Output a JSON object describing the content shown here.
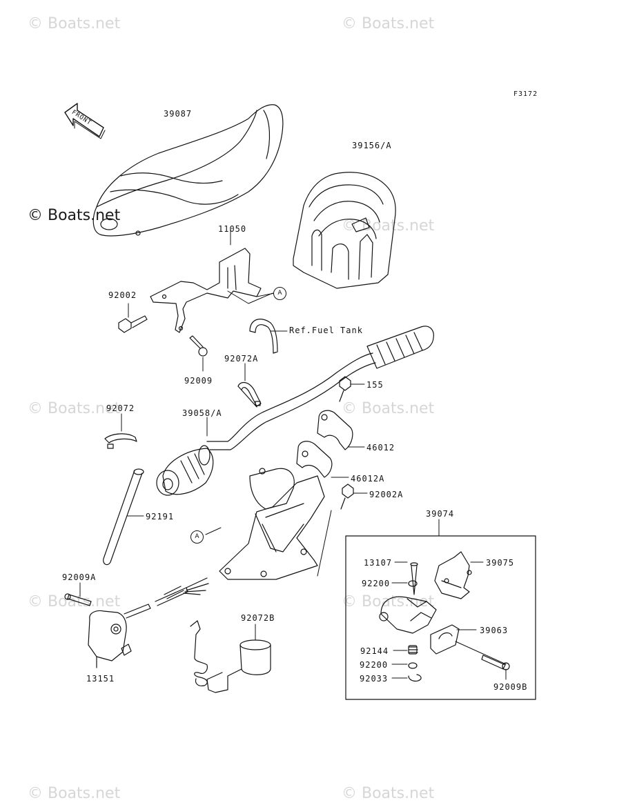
{
  "watermarks": [
    "© Boats.net",
    "© Boats.net",
    "© Boats.net",
    "© Boats.net",
    "© Boats.net",
    "© Boats.net",
    "© Boats.net",
    "© Boats.net",
    "© Boats.net"
  ],
  "main_watermark": "© Boats.net",
  "figure_code": "F3172",
  "front_arrow_text": "FRONT",
  "callout_letter": "A",
  "part_labels": {
    "p39087": "39087",
    "p39156A": "39156/A",
    "p11050": "11050",
    "p92002": "92002",
    "ref_fuel_tank": "Ref.Fuel Tank",
    "p92009": "92009",
    "p92072A": "92072A",
    "p155": "155",
    "p92072": "92072",
    "p39058A": "39058/A",
    "p46012": "46012",
    "p46012A": "46012A",
    "p92002A": "92002A",
    "p39074": "39074",
    "p92191": "92191",
    "p13107": "13107",
    "p39075": "39075",
    "p92200a": "92200",
    "p92009A": "92009A",
    "p92072B": "92072B",
    "p39063": "39063",
    "p92144": "92144",
    "p92200b": "92200",
    "p92033": "92033",
    "p13151": "13151",
    "p92009B": "92009B"
  }
}
